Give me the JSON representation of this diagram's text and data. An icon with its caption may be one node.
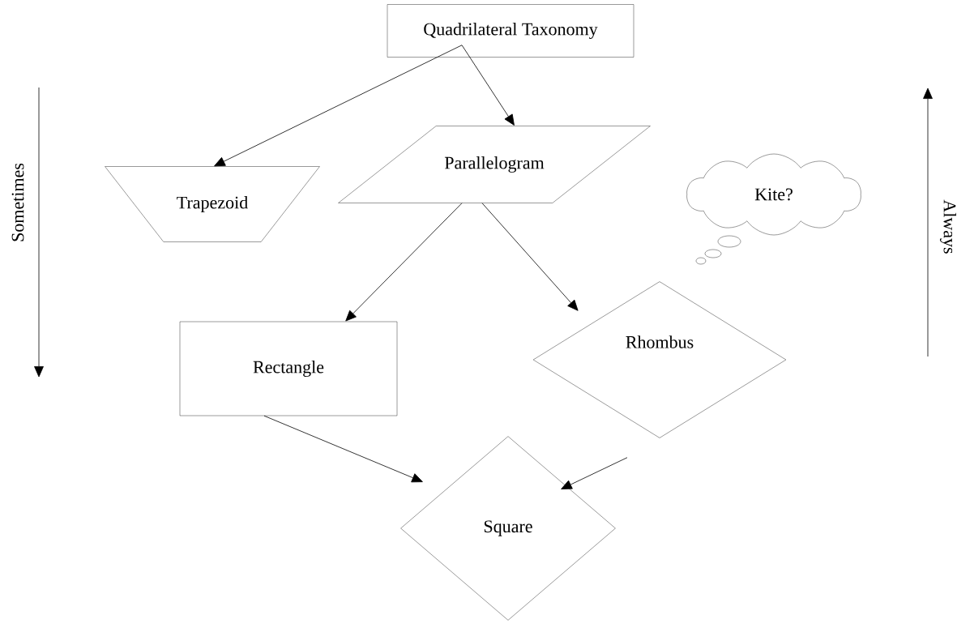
{
  "diagram": {
    "nodes": [
      {
        "text": [
          "Quadrilateral Taxonomy"
        ]
      },
      {
        "text": [
          "Trapezoid"
        ]
      },
      {
        "text": [
          "Parallelogram"
        ]
      },
      {
        "text": [
          "Kite?"
        ]
      },
      {
        "text": [
          "Rectangle"
        ]
      },
      {
        "text": [
          "Rhombus"
        ]
      },
      {
        "text": [
          "Square"
        ]
      }
    ],
    "edges": [
      {
        "from": 0,
        "to": 1,
        "arrow": "to"
      },
      {
        "from": 0,
        "to": 2,
        "arrow": "to"
      },
      {
        "from": 2,
        "to": 4,
        "arrow": "to"
      },
      {
        "from": 2,
        "to": 5,
        "arrow": "to"
      },
      {
        "from": 4,
        "to": 6,
        "arrow": "to"
      },
      {
        "from": 5,
        "to": 6,
        "arrow": "to"
      }
    ],
    "labels": [
      "Sometimes",
      "Always"
    ]
  }
}
